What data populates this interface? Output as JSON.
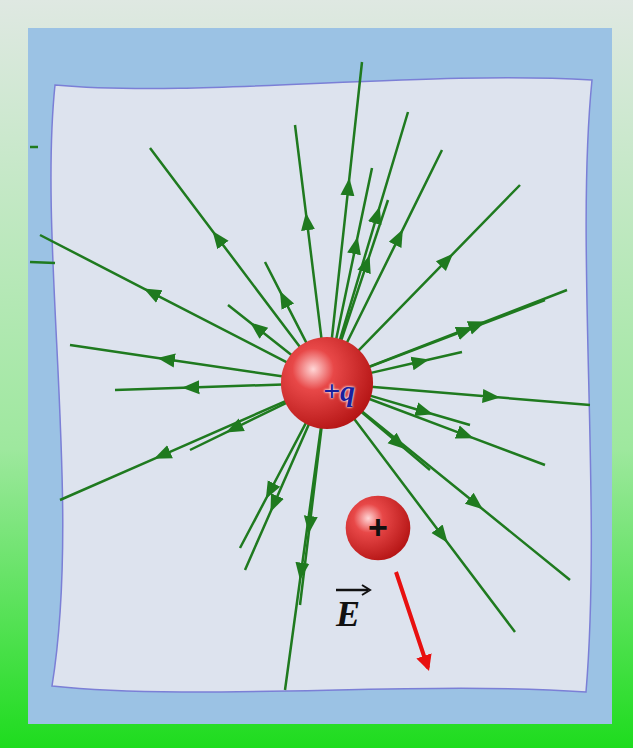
{
  "diagram": {
    "nodes": [
      {
        "text": [
          "+q"
        ]
      },
      {
        "text": [
          "+"
        ]
      }
    ],
    "labels": [
      "E"
    ]
  }
}
